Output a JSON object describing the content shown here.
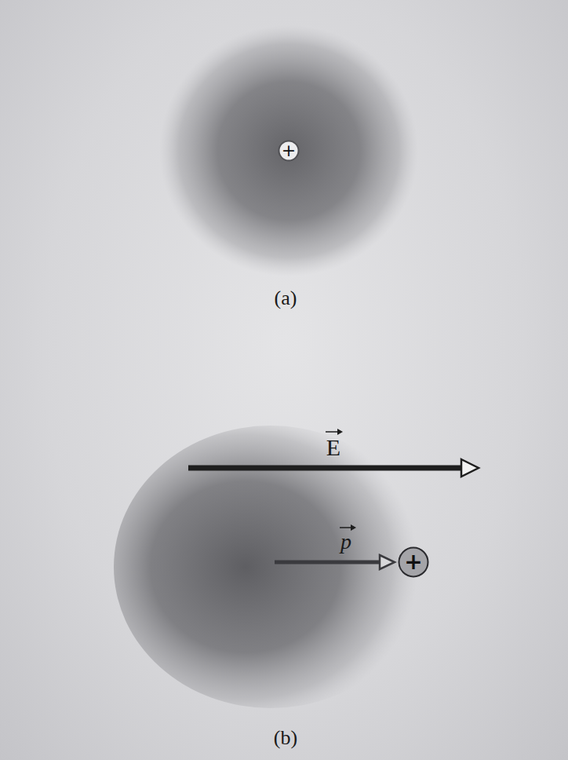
{
  "diagram": {
    "nodes": [
      {
        "text": [
          "+"
        ]
      },
      {
        "text": [
          "+"
        ]
      }
    ],
    "labels": [
      "(a)",
      "E",
      "p",
      "(b)"
    ]
  }
}
